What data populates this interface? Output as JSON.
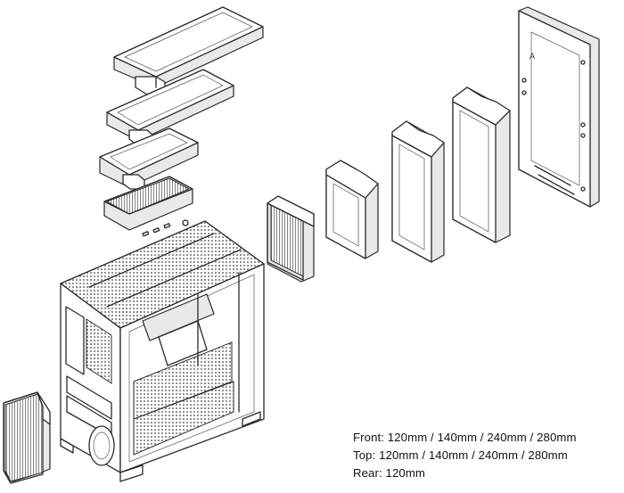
{
  "specs": {
    "front": "Front: 120mm / 140mm / 240mm / 280mm",
    "top": "Top: 120mm / 140mm / 240mm / 280mm",
    "rear": "Rear: 120mm"
  },
  "panel_letter": "A",
  "colors": {
    "line": "#2a2a2a",
    "background": "#ffffff"
  }
}
